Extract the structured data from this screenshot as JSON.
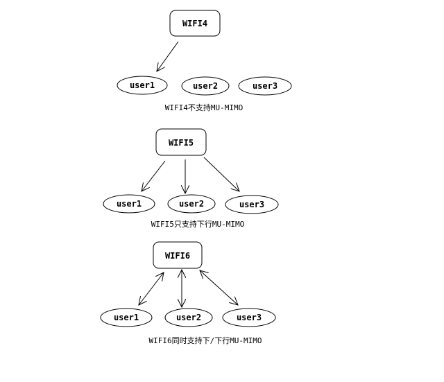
{
  "sections": [
    {
      "ap_label": "WIFI4",
      "users": [
        "user1",
        "user2",
        "user3"
      ],
      "caption": "WIFI4不支持MU-MIMO",
      "links": [
        {
          "user": 0,
          "direction": "down"
        }
      ]
    },
    {
      "ap_label": "WIFI5",
      "users": [
        "user1",
        "user2",
        "user3"
      ],
      "caption": "WIFI5只支持下行MU-MIMO",
      "links": [
        {
          "user": 0,
          "direction": "down"
        },
        {
          "user": 1,
          "direction": "down"
        },
        {
          "user": 2,
          "direction": "down"
        }
      ]
    },
    {
      "ap_label": "WIFI6",
      "users": [
        "user1",
        "user2",
        "user3"
      ],
      "caption": "WIFI6同时支持下/下行MU-MIMO",
      "links": [
        {
          "user": 0,
          "direction": "both"
        },
        {
          "user": 1,
          "direction": "both"
        },
        {
          "user": 2,
          "direction": "both"
        }
      ]
    }
  ]
}
